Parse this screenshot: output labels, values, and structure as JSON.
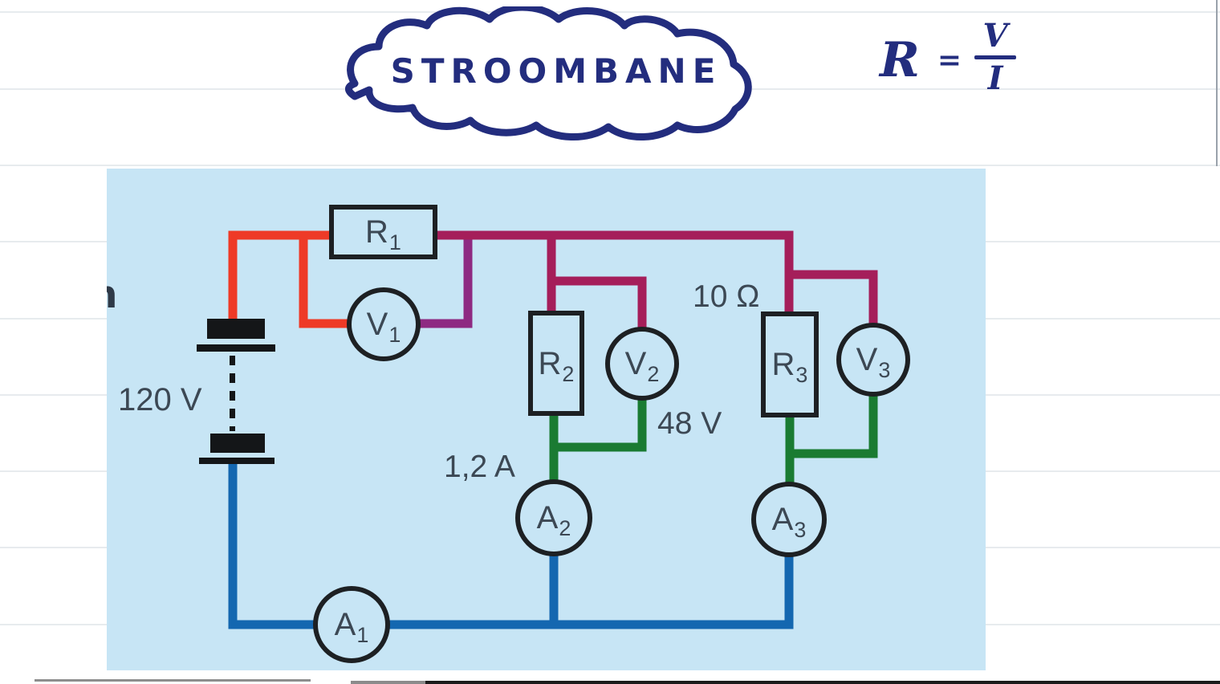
{
  "cloud": {
    "label": "STROOMBANE"
  },
  "formula": {
    "lhs": "R",
    "equals": "=",
    "numerator": "V",
    "denominator": "I"
  },
  "panel": {
    "edge_letter": "n",
    "battery_label": "120 V",
    "labels": {
      "current_a2": "1,2 A",
      "resistance_r3": "10 Ω",
      "voltage_v2": "48 V"
    },
    "components": {
      "r1": {
        "main": "R",
        "sub": "1"
      },
      "r2": {
        "main": "R",
        "sub": "2"
      },
      "r3": {
        "main": "R",
        "sub": "3"
      },
      "v1": {
        "main": "V",
        "sub": "1"
      },
      "v2": {
        "main": "V",
        "sub": "2"
      },
      "v3": {
        "main": "V",
        "sub": "3"
      },
      "a1": {
        "main": "A",
        "sub": "1"
      },
      "a2": {
        "main": "A",
        "sub": "2"
      },
      "a3": {
        "main": "A",
        "sub": "3"
      }
    }
  },
  "colors": {
    "ink-navy": "#232d7e",
    "panel-bg": "#c7e5f5",
    "wire-red": "#ee3a27",
    "wire-purple": "#a51e5a",
    "wire-violet": "#8e2a82",
    "wire-green": "#1a7b32",
    "wire-blue": "#1467b0",
    "component-stroke": "#1d2023",
    "label-text": "#3c4854"
  }
}
